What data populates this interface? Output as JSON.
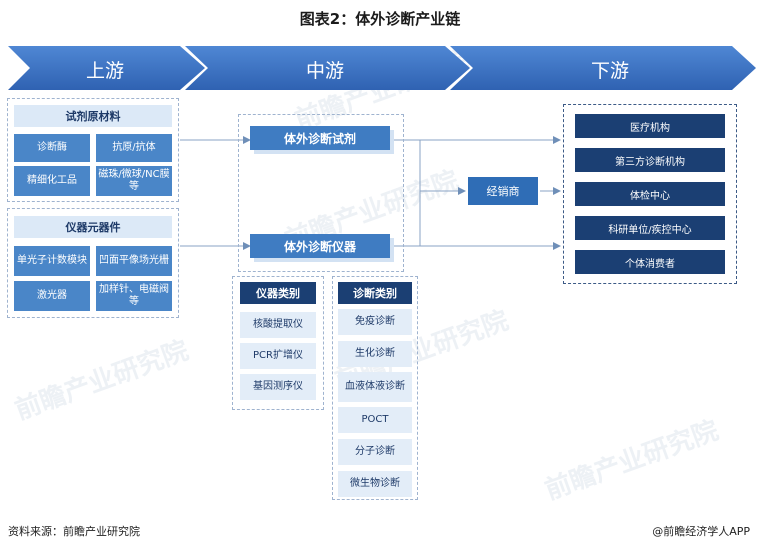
{
  "title": "图表2：体外诊断产业链",
  "stages": {
    "upstream": "上游",
    "midstream": "中游",
    "downstream": "下游"
  },
  "upstream": {
    "group1": {
      "header": "试剂原材料",
      "items": [
        "诊断酶",
        "抗原/抗体",
        "精细化工品",
        "磁珠/微球/NC膜等"
      ]
    },
    "group2": {
      "header": "仪器元器件",
      "items": [
        "单光子计数模块",
        "凹面平像场光栅",
        "激光器",
        "加样针、电磁阀等"
      ]
    }
  },
  "midstream": {
    "reagent": "体外诊断试剂",
    "instrument": "体外诊断仪器",
    "distributor": "经销商",
    "instrument_types": {
      "header": "仪器类别",
      "items": [
        "核酸提取仪",
        "PCR扩增仪",
        "基因测序仪"
      ]
    },
    "diagnosis_types": {
      "header": "诊断类别",
      "items": [
        "免疫诊断",
        "生化诊断",
        "血液体液诊断",
        "POCT",
        "分子诊断",
        "微生物诊断"
      ]
    }
  },
  "downstream": {
    "items": [
      "医疗机构",
      "第三方诊断机构",
      "体检中心",
      "科研单位/疾控中心",
      "个体消费者"
    ]
  },
  "watermark": "前瞻产业研究院",
  "footer": {
    "source": "资料来源：前瞻产业研究院",
    "brand": "@前瞻经济学人APP"
  },
  "colors": {
    "stage_arrow": "#3b6fc0",
    "mid_box": "#3f7cc2",
    "down_box": "#1b3f73",
    "light_item": "#4a86c8"
  }
}
